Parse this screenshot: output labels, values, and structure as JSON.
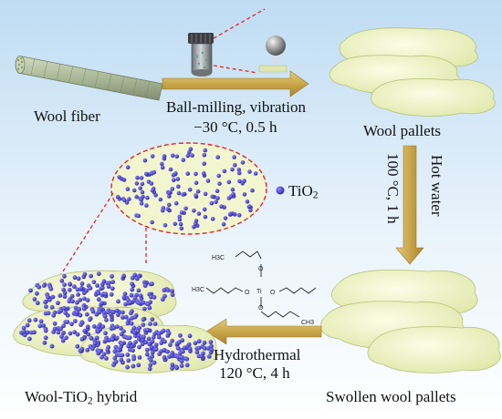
{
  "labels": {
    "wool_fiber": "Wool fiber",
    "step1_line1": "Ball-milling, vibration",
    "step1_line2": "−30 °C, 0.5 h",
    "wool_pallets": "Wool pallets",
    "step2_line1": "Hot water",
    "step2_line2": "100 °C, 1 h",
    "tio2_legend": "TiO",
    "tio2_legend_sub": "2",
    "swollen_wool_pallets": "Swollen wool pallets",
    "step3_line1": "Hydrothermal",
    "step3_line2": "120 °C, 4 h",
    "product_main": "Wool-TiO",
    "product_sub": "2",
    "product_rest": " hybrid"
  },
  "molecule": {
    "ti": "Ti",
    "o": "O",
    "h3c": "H3C",
    "ch3": "CH3"
  },
  "colors": {
    "arrow": "#c9a64a",
    "pallet_fill": "#eef3c4",
    "pallet_stroke": "#b6c27a",
    "particle": "#4a43d4",
    "zoom_line": "#e32626",
    "fiber": "#a9b897"
  }
}
